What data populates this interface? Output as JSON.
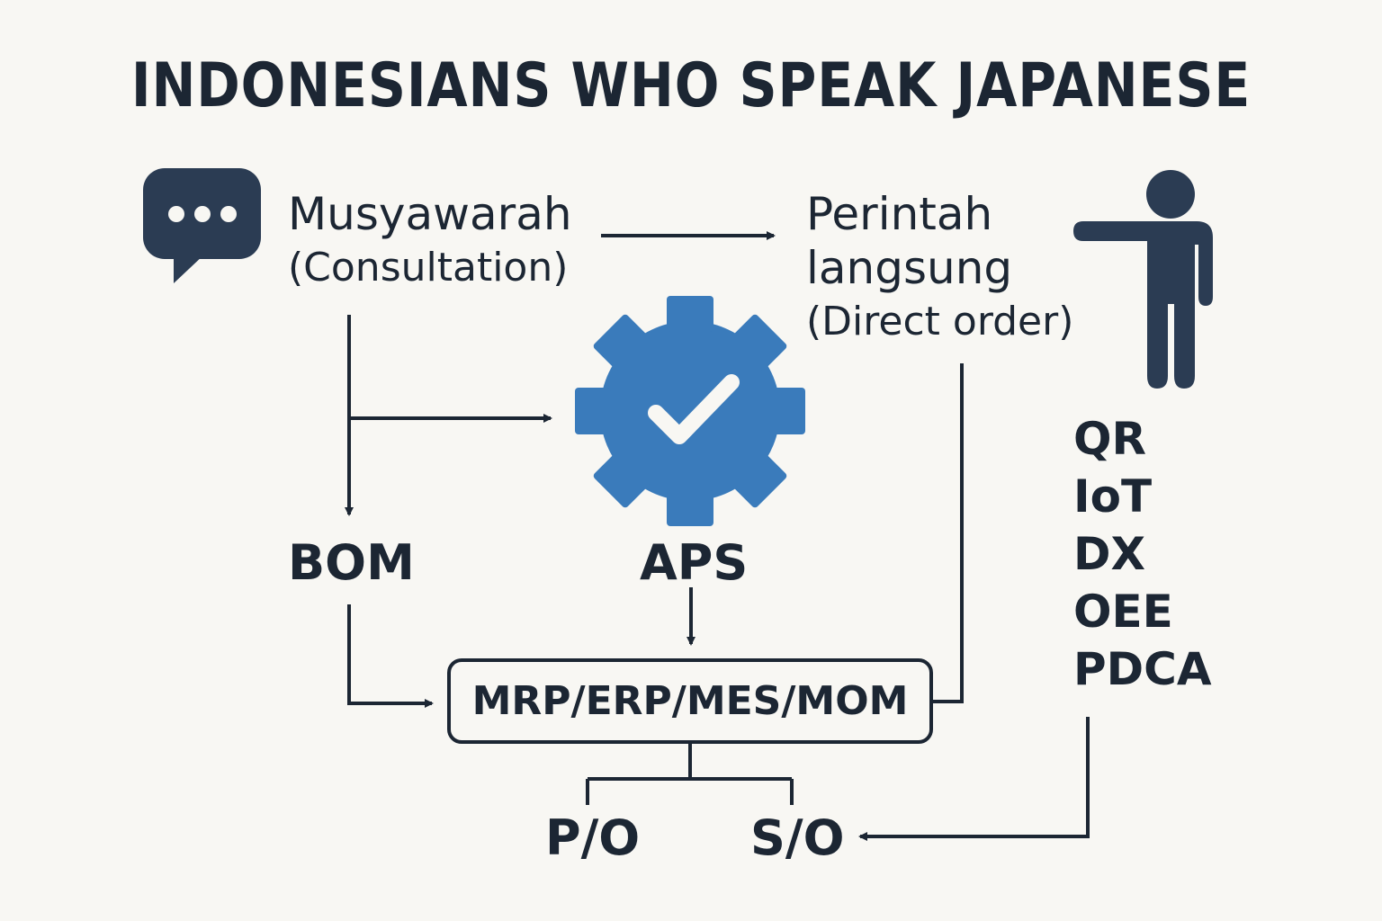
{
  "title": "INDONESIANS WHO SPEAK JAPANESE",
  "nodes": {
    "consultation": {
      "label": "Musyawarah",
      "sub": "(Consultation)"
    },
    "direct_order": {
      "label_line1": "Perintah",
      "label_line2": "langsung",
      "sub": "(Direct order)"
    },
    "bom": "BOM",
    "aps": "APS",
    "system": "MRP/ERP/MES/MOM",
    "po": "P/O",
    "so": "S/O"
  },
  "tech_list": [
    "QR",
    "IoT",
    "DX",
    "OEE",
    "PDCA"
  ],
  "icons": {
    "chat": "chat-bubble-icon",
    "gear": "gear-check-icon",
    "person": "pointing-person-icon"
  },
  "colors": {
    "ink": "#1c2633",
    "icon_dark": "#2b3c53",
    "gear_blue": "#3a7bbb",
    "background": "#f8f7f3"
  }
}
